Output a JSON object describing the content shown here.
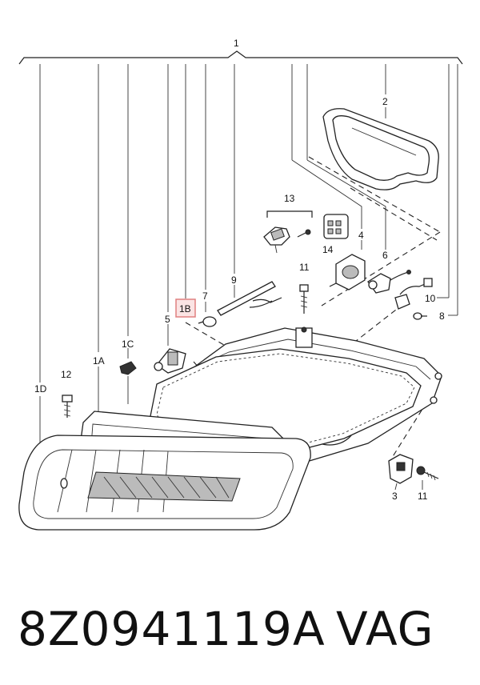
{
  "callouts": {
    "c1": "1",
    "c2": "2",
    "c3": "3",
    "c4": "4",
    "c5": "5",
    "c6": "6",
    "c7": "7",
    "c8": "8",
    "c9": "9",
    "c10": "10",
    "c11a": "11",
    "c11b": "11",
    "c12": "12",
    "c13": "13",
    "c14": "14",
    "c1a": "1A",
    "c1b": "1B",
    "c1c": "1C",
    "c1d": "1D"
  },
  "colors": {
    "highlight": "#e08080",
    "highlight_fill": "#fbe4e4"
  },
  "footer": {
    "part_number": "8Z0941119A",
    "brand": "VAG"
  }
}
